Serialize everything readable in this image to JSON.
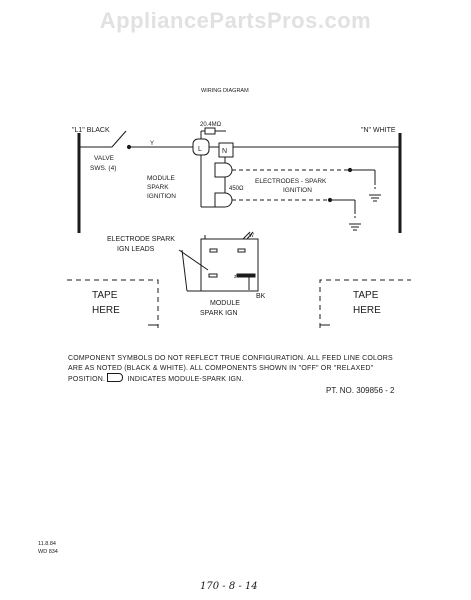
{
  "watermark": "AppliancePartsPros.com",
  "title": "WIRING DIAGRAM",
  "labels": {
    "l1_black": "\"L1\" BLACK",
    "n_white": "\"N\" WHITE",
    "valve": "VALVE",
    "valve_sws": "SWS. (4)",
    "y": "Y",
    "module_spark_ignition_1": "MODULE",
    "module_spark_ignition_2": "SPARK",
    "module_spark_ignition_3": "IGNITION",
    "resistor": "20.4MΩ",
    "l_terminal": "L",
    "n_terminal": "N",
    "electrodes_1": "ELECTRODES - SPARK",
    "electrodes_2": "IGNITION",
    "ohms_450": "450Ω",
    "electrode_leads_1": "ELECTRODE SPARK",
    "electrode_leads_2": "IGN LEADS",
    "module_spark_ign_1": "MODULE",
    "module_spark_ign_2": "SPARK IGN",
    "bk": "BK",
    "w": "W",
    "y2": "Y",
    "tape_left_1": "TAPE",
    "tape_left_2": "HERE",
    "tape_right_1": "TAPE",
    "tape_right_2": "HERE"
  },
  "note": {
    "line1": "COMPONENT SYMBOLS DO NOT REFLECT TRUE CONFIGURATION.  ALL FEED LINE COLORS",
    "line2": "ARE AS NOTED (BLACK & WHITE).  ALL COMPONENTS SHOWN IN \"OFF\" OR \"RELAXED\"",
    "line3_a": "POSITION.",
    "line3_b": "INDICATES  MODULE-SPARK IGN."
  },
  "part_number": "PT. NO. 309856 - 2",
  "codes": {
    "code1": "11.8.84",
    "code2": "WD 834"
  },
  "handwritten": "170 - 8 - 14"
}
